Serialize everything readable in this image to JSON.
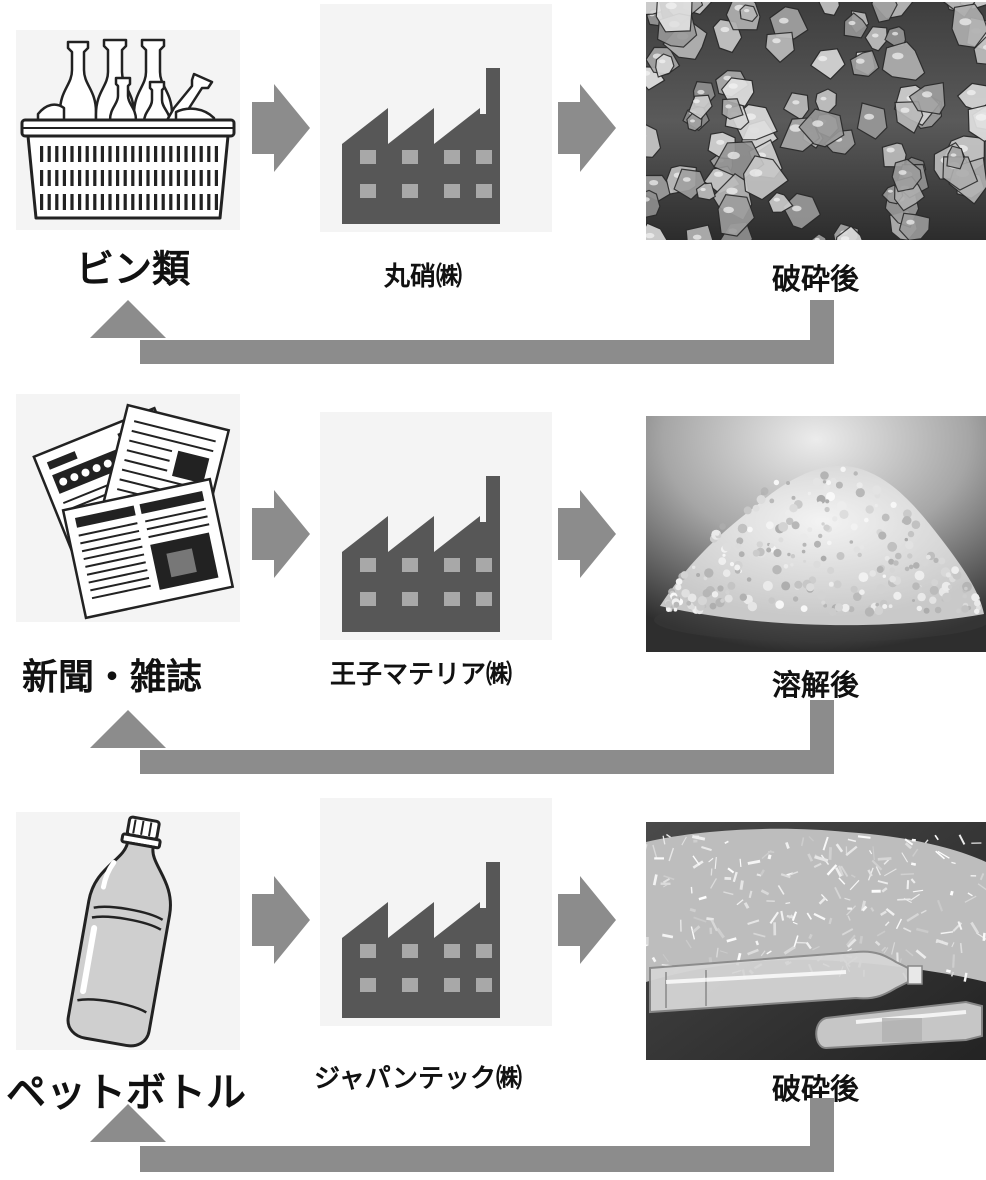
{
  "colors": {
    "arrow": "#8c8c8c",
    "factory": "#575757",
    "factory_window": "#a8a8a8",
    "card_background": "#f4f4f4",
    "label": "#111111"
  },
  "rows": [
    {
      "source": {
        "label": "ビン類",
        "icon": "glass-bottles-basket-icon"
      },
      "factory": {
        "label": "丸硝㈱",
        "icon": "factory-icon"
      },
      "result": {
        "label": "破砕後",
        "image": "crushed-glass-photo"
      }
    },
    {
      "source": {
        "label": "新聞・雑誌",
        "icon": "newspapers-magazines-icon"
      },
      "factory": {
        "label": "王子マテリア㈱",
        "icon": "factory-icon"
      },
      "result": {
        "label": "溶解後",
        "image": "dissolved-paper-pulp-photo"
      }
    },
    {
      "source": {
        "label": "ペットボトル",
        "icon": "pet-bottle-icon"
      },
      "factory": {
        "label": "ジャパンテック㈱",
        "icon": "factory-icon"
      },
      "result": {
        "label": "破砕後",
        "image": "crushed-pet-flakes-photo"
      }
    }
  ]
}
